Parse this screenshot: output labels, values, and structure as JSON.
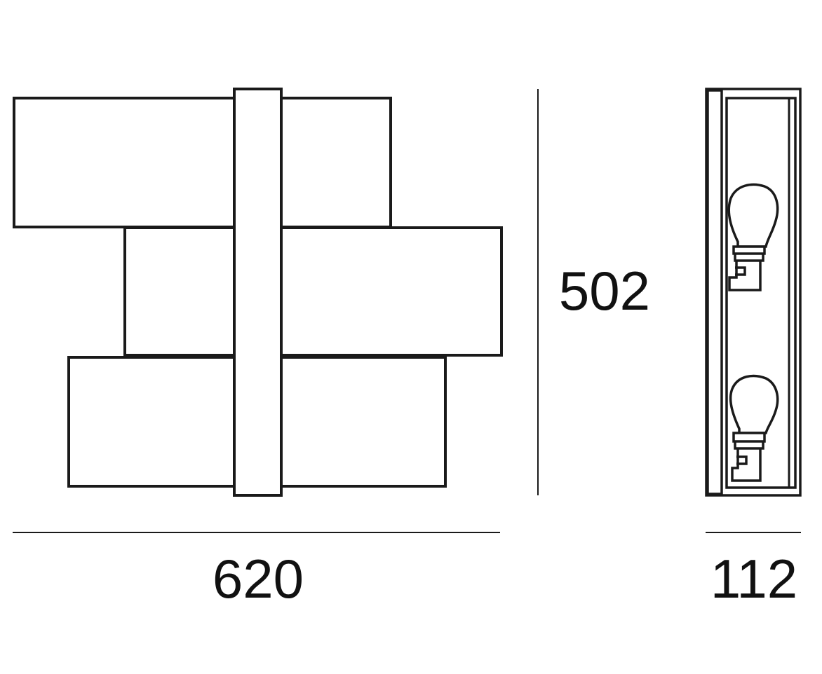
{
  "drawing": {
    "line_color": "#1a1a1a",
    "background": "#ffffff",
    "dimensions": {
      "width_label": "620",
      "height_label": "502",
      "depth_label": "112"
    },
    "front_view": {
      "panels": [
        "top-panel",
        "middle-panel",
        "bottom-panel"
      ],
      "vertical_bar": "center-bar"
    },
    "side_view": {
      "bulbs": [
        "upper-bulb",
        "lower-bulb"
      ]
    }
  }
}
